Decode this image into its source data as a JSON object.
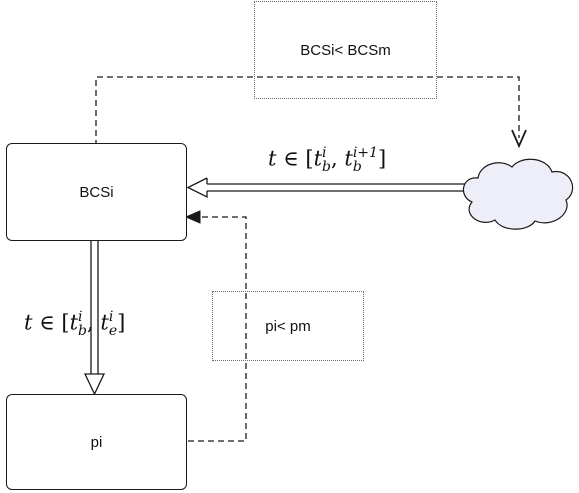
{
  "nodes": {
    "bcsi": "BCSi",
    "pi": "pi"
  },
  "notes": {
    "top": "BCSi< BCSm",
    "right": "pi< pm"
  },
  "edge_labels": {
    "top": {
      "var": "t",
      "op": "∈",
      "open": "[",
      "a_base": "t",
      "a_sub": "b",
      "a_sup": "i",
      "sep": ",",
      "b_base": "t",
      "b_sub": "b",
      "b_sup": "i+1",
      "close": "]"
    },
    "left": {
      "var": "t",
      "op": "∈",
      "open": "[",
      "a_base": "t",
      "a_sub": "b",
      "a_sup": "i",
      "sep": ",",
      "b_base": "t",
      "b_sub": "e",
      "b_sup": "i",
      "close": "]"
    }
  },
  "colors": {
    "cloud_fill": "#eeeef8",
    "line": "#1a1a1a",
    "note_border": "#6b6b6b"
  },
  "icons": {
    "cloud": "cloud-icon"
  }
}
